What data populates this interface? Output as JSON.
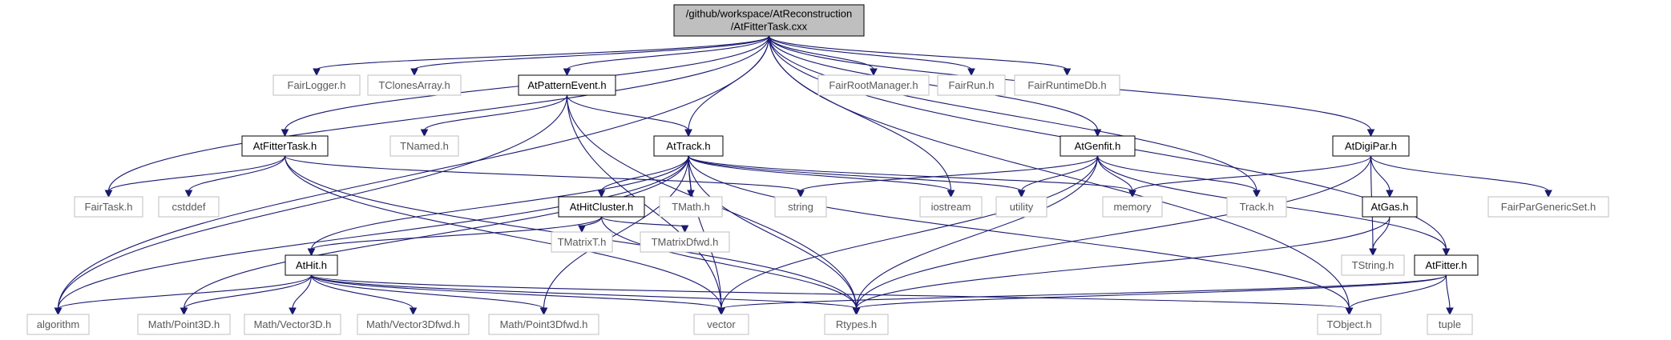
{
  "root": {
    "line1": "/github/workspace/AtReconstruction",
    "line2": "/AtFitterTask.cxx"
  },
  "nodes": {
    "fairlogger": "FairLogger.h",
    "tclonesarray": "TClonesArray.h",
    "atpatternevent": "AtPatternEvent.h",
    "fairrootmanager": "FairRootManager.h",
    "fairrun": "FairRun.h",
    "fairruntimedb": "FairRuntimeDb.h",
    "atfittertask": "AtFitterTask.h",
    "tnamed": "TNamed.h",
    "attrack": "AtTrack.h",
    "atgenfit": "AtGenfit.h",
    "atdigipar": "AtDigiPar.h",
    "fairtask": "FairTask.h",
    "cstddef": "cstddef",
    "athitcluster": "AtHitCluster.h",
    "tmath": "TMath.h",
    "string": "string",
    "iostream": "iostream",
    "utility": "utility",
    "memory": "memory",
    "track": "Track.h",
    "atgas": "AtGas.h",
    "fairpargenericset": "FairParGenericSet.h",
    "tmatrixt": "TMatrixT.h",
    "tmatrixdfwd": "TMatrixDfwd.h",
    "tstring": "TString.h",
    "atfitter": "AtFitter.h",
    "athit": "AtHit.h",
    "algorithm": "algorithm",
    "point3d": "Math/Point3D.h",
    "vector3d": "Math/Vector3D.h",
    "vector3dfwd": "Math/Vector3Dfwd.h",
    "point3dfwd": "Math/Point3Dfwd.h",
    "vector": "vector",
    "rtypes": "Rtypes.h",
    "tobject": "TObject.h",
    "tuple": "tuple"
  },
  "edges": [
    [
      "root",
      "fairlogger"
    ],
    [
      "root",
      "tclonesarray"
    ],
    [
      "root",
      "atpatternevent"
    ],
    [
      "root",
      "fairrootmanager"
    ],
    [
      "root",
      "fairrun"
    ],
    [
      "root",
      "fairruntimedb"
    ],
    [
      "root",
      "atfittertask"
    ],
    [
      "root",
      "attrack"
    ],
    [
      "root",
      "atgenfit"
    ],
    [
      "root",
      "atdigipar"
    ],
    [
      "root",
      "fairtask"
    ],
    [
      "root",
      "algorithm"
    ],
    [
      "root",
      "iostream"
    ],
    [
      "root",
      "track"
    ],
    [
      "root",
      "atfitter"
    ],
    [
      "root",
      "tobject"
    ],
    [
      "atpatternevent",
      "attrack"
    ],
    [
      "atpatternevent",
      "tnamed"
    ],
    [
      "atpatternevent",
      "algorithm"
    ],
    [
      "atpatternevent",
      "vector"
    ],
    [
      "atpatternevent",
      "rtypes"
    ],
    [
      "atfittertask",
      "fairtask"
    ],
    [
      "atfittertask",
      "cstddef"
    ],
    [
      "atfittertask",
      "string"
    ],
    [
      "atfittertask",
      "vector"
    ],
    [
      "atfittertask",
      "rtypes"
    ],
    [
      "attrack",
      "athitcluster"
    ],
    [
      "attrack",
      "tmath"
    ],
    [
      "attrack",
      "iostream"
    ],
    [
      "attrack",
      "utility"
    ],
    [
      "attrack",
      "memory"
    ],
    [
      "attrack",
      "athit"
    ],
    [
      "attrack",
      "algorithm"
    ],
    [
      "attrack",
      "point3d"
    ],
    [
      "attrack",
      "point3dfwd"
    ],
    [
      "attrack",
      "vector"
    ],
    [
      "attrack",
      "rtypes"
    ],
    [
      "attrack",
      "tobject"
    ],
    [
      "athitcluster",
      "athit"
    ],
    [
      "athitcluster",
      "tmatrixt"
    ],
    [
      "athitcluster",
      "tmatrixdfwd"
    ],
    [
      "athitcluster",
      "rtypes"
    ],
    [
      "atgenfit",
      "string"
    ],
    [
      "atgenfit",
      "utility"
    ],
    [
      "atgenfit",
      "memory"
    ],
    [
      "atgenfit",
      "track"
    ],
    [
      "atgenfit",
      "atfitter"
    ],
    [
      "atgenfit",
      "vector"
    ],
    [
      "atgenfit",
      "rtypes"
    ],
    [
      "atdigipar",
      "memory"
    ],
    [
      "atdigipar",
      "atgas"
    ],
    [
      "atdigipar",
      "fairpargenericset"
    ],
    [
      "atdigipar",
      "tstring"
    ],
    [
      "atdigipar",
      "rtypes"
    ],
    [
      "atgas",
      "tstring"
    ],
    [
      "atgas",
      "rtypes"
    ],
    [
      "athit",
      "algorithm"
    ],
    [
      "athit",
      "point3d"
    ],
    [
      "athit",
      "vector3d"
    ],
    [
      "athit",
      "vector3dfwd"
    ],
    [
      "athit",
      "point3dfwd"
    ],
    [
      "athit",
      "vector"
    ],
    [
      "athit",
      "rtypes"
    ],
    [
      "athit",
      "tobject"
    ],
    [
      "atfitter",
      "vector"
    ],
    [
      "atfitter",
      "rtypes"
    ],
    [
      "atfitter",
      "tobject"
    ],
    [
      "atfitter",
      "tuple"
    ]
  ]
}
